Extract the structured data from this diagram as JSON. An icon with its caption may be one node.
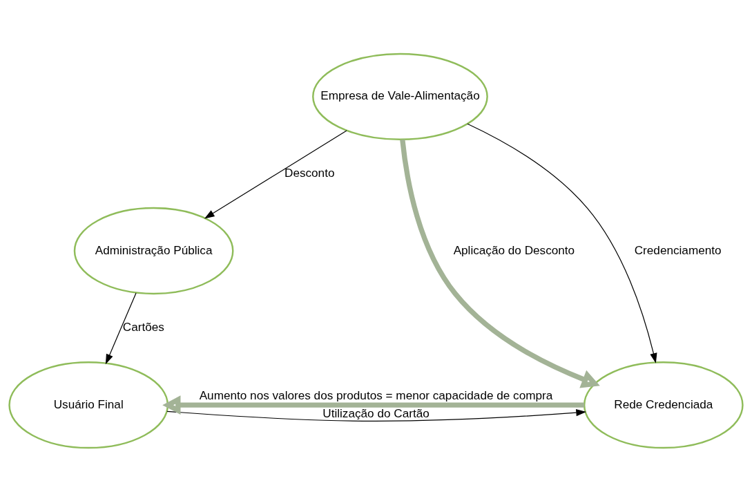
{
  "diagram": {
    "nodes": [
      {
        "text": [
          "Empresa de Vale-Alimentação"
        ]
      },
      {
        "text": [
          "Administração Pública"
        ]
      },
      {
        "text": [
          "Usuário Final"
        ]
      },
      {
        "text": [
          "Rede Credenciada"
        ]
      }
    ],
    "edges": [
      {
        "from": 0,
        "to": 1,
        "arrow": "to",
        "label": "Desconto"
      },
      {
        "from": 0,
        "to": 3,
        "arrow": "to",
        "label": "Aplicação do Desconto",
        "style": "thick",
        "color": "#a3b396"
      },
      {
        "from": 0,
        "to": 3,
        "arrow": "to",
        "label": "Credenciamento"
      },
      {
        "from": 1,
        "to": 2,
        "arrow": "to",
        "label": "Cartões"
      },
      {
        "from": 2,
        "to": 3,
        "arrow": "to",
        "label": "Utilização do Cartão"
      },
      {
        "from": 3,
        "to": 2,
        "arrow": "to",
        "label": "Aumento nos valores dos produtos = menor capacidade de compra",
        "style": "thick",
        "color": "#a3b396"
      }
    ]
  }
}
